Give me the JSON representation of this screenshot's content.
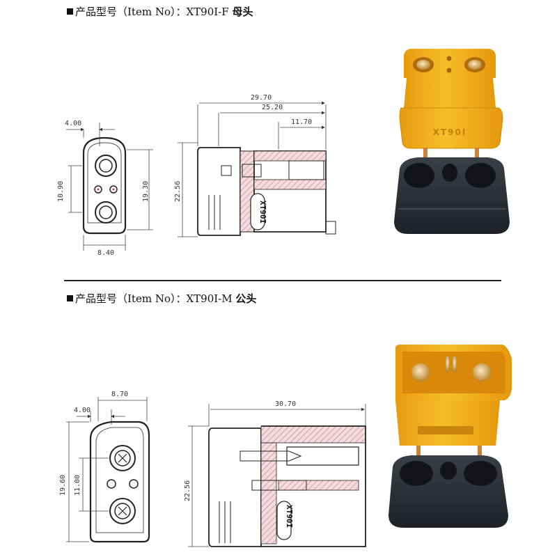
{
  "sections": [
    {
      "heading_prefix": "产品型号（Item No）：",
      "model": "XT90I-F",
      "type_label": "母头",
      "front_view_dims": {
        "pitch_offset": "4.00",
        "width": "8.40",
        "pin_spacing": "10.90",
        "height": "19.30"
      },
      "side_view_dims": {
        "overall_length": "29.70",
        "mid_length": "25.20",
        "short_length": "11.70",
        "height": "22.56"
      },
      "body_marking": "XT90I",
      "colors": {
        "housing": "#f2b21a",
        "cap": "#2b2f36",
        "hatch": "#c9707a"
      }
    },
    {
      "heading_prefix": "产品型号（Item No）：",
      "model": "XT90I-M",
      "type_label": "公头",
      "front_view_dims": {
        "pitch_offset": "4.00",
        "width": "8.70",
        "height": "19.60",
        "pin_spacing": "11.00"
      },
      "side_view_dims": {
        "overall_length": "30.70",
        "height": "22.56"
      },
      "body_marking": "XT90I",
      "colors": {
        "housing": "#f2b21a",
        "cap": "#2b2f36",
        "hatch": "#c9707a"
      }
    }
  ]
}
